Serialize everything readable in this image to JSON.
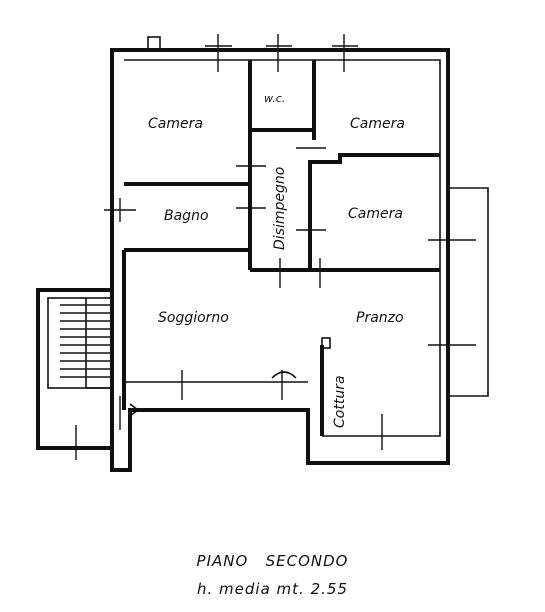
{
  "rooms": {
    "camera_1": "Camera",
    "wc": "w.c.",
    "camera_2": "Camera",
    "bagno": "Bagno",
    "disimpegno": "Disimpegno",
    "camera_3": "Camera",
    "soggiorno": "Soggiorno",
    "pranzo": "Pranzo",
    "cottura": "Cottura"
  },
  "caption": {
    "title": "PIANO   SECONDO",
    "height": "h. media mt. 2.55"
  }
}
